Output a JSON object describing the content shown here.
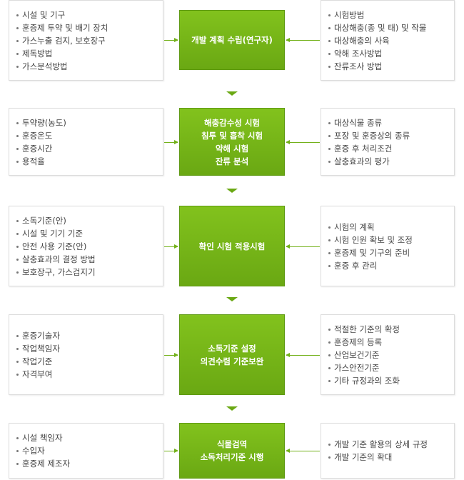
{
  "steps": [
    {
      "center": [
        "개발 계획 수립(연구자)"
      ],
      "left": [
        "시설 및 기구",
        "훈증제 투약 및 배기 장치",
        "가스누출 검지, 보호장구",
        "제독방법",
        "가스분석방법"
      ],
      "right": [
        "시험방법",
        "대상해충(종 및 태) 및 작물",
        "대상해충의 사육",
        "약해 조사방법",
        "잔류조사 방법"
      ]
    },
    {
      "center": [
        "해충감수성 시험",
        "침투 및 흡착 시험",
        "약해 시험",
        "잔류 분석"
      ],
      "left": [
        "투약량(농도)",
        "훈증온도",
        "훈증시간",
        "용적율"
      ],
      "right": [
        "대상식물 종류",
        "포장 및 훈증상의 종류",
        "훈증 후 처리조건",
        "살충효과의 평가"
      ]
    },
    {
      "center": [
        "확인 시험 적용시험"
      ],
      "left": [
        "소독기준(안)",
        "시설 및 기기 기준",
        "안전 사용 기준(안)",
        "살충효과의 결정 방법",
        "보호장구, 가스검지기"
      ],
      "right": [
        "시험의 계획",
        "시험 인원 확보 및 조정",
        "훈증제 및 기구의 준비",
        "훈증 후 관리"
      ]
    },
    {
      "center": [
        "소독기준 설정",
        "의견수렴 기준보완"
      ],
      "left": [
        "훈증기술자",
        "작업책임자",
        "작업기준",
        "자격부여"
      ],
      "right": [
        "적절한 기준의 확정",
        "훈증제의 등록",
        "산업보건기준",
        "가스안전기준",
        "기타 규정과의 조화"
      ]
    },
    {
      "center": [
        "식물검역",
        "소독처리기준 시행"
      ],
      "left": [
        "시설 책임자",
        "수입자",
        "훈증제 제조자"
      ],
      "right": [
        "개발 기준 활용의 상세 규정",
        "개발 기준의 확대"
      ]
    }
  ]
}
